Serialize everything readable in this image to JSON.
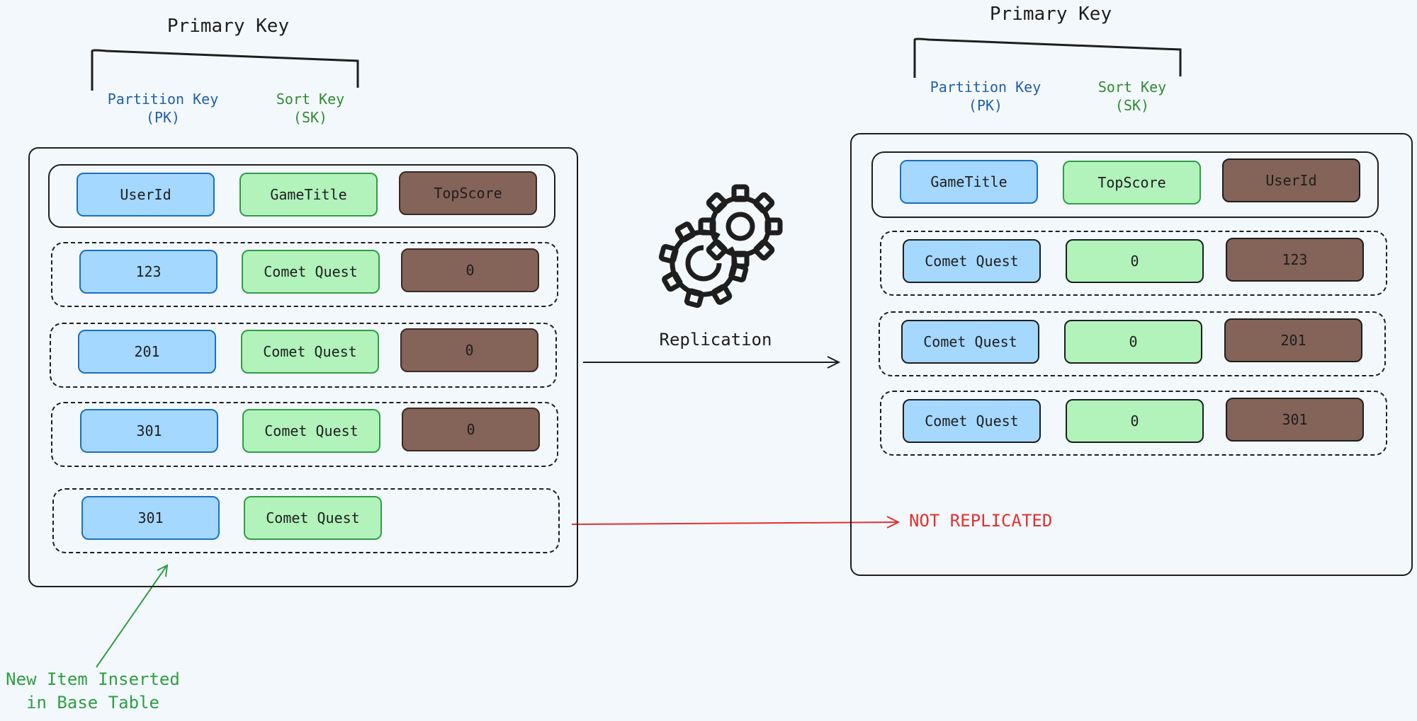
{
  "left": {
    "primary_key_title": "Primary Key",
    "partition_key": {
      "line1": "Partition Key",
      "line2": "(PK)"
    },
    "sort_key": {
      "line1": "Sort Key",
      "line2": "(SK)"
    },
    "header": [
      "UserId",
      "GameTitle",
      "TopScore"
    ],
    "rows": [
      [
        "123",
        "Comet Quest",
        "0"
      ],
      [
        "201",
        "Comet Quest",
        "0"
      ],
      [
        "301",
        "Comet Quest",
        "0"
      ]
    ],
    "new_row": [
      "301",
      "Comet Quest"
    ]
  },
  "right": {
    "primary_key_title": "Primary Key",
    "partition_key": {
      "line1": "Partition Key",
      "line2": "(PK)"
    },
    "sort_key": {
      "line1": "Sort Key",
      "line2": "(SK)"
    },
    "header": [
      "GameTitle",
      "TopScore",
      "UserId"
    ],
    "rows": [
      [
        "Comet Quest",
        "0",
        "123"
      ],
      [
        "Comet Quest",
        "0",
        "201"
      ],
      [
        "Comet Quest",
        "0",
        "301"
      ]
    ]
  },
  "replication_label": "Replication",
  "not_replicated_label": "NOT REPLICATED",
  "new_item_note": {
    "line1": "New Item Inserted",
    "line2": "in Base Table"
  },
  "icons": [
    "gears-icon"
  ],
  "colors": {
    "partition_key": "#1f5fa8",
    "sort_key": "#2f8c2f",
    "cell_blue": "#a5d8ff",
    "cell_green": "#b2f2bb",
    "cell_brown": "#846358",
    "not_replicated": "#e03131",
    "new_item_note": "#2f9e44"
  }
}
